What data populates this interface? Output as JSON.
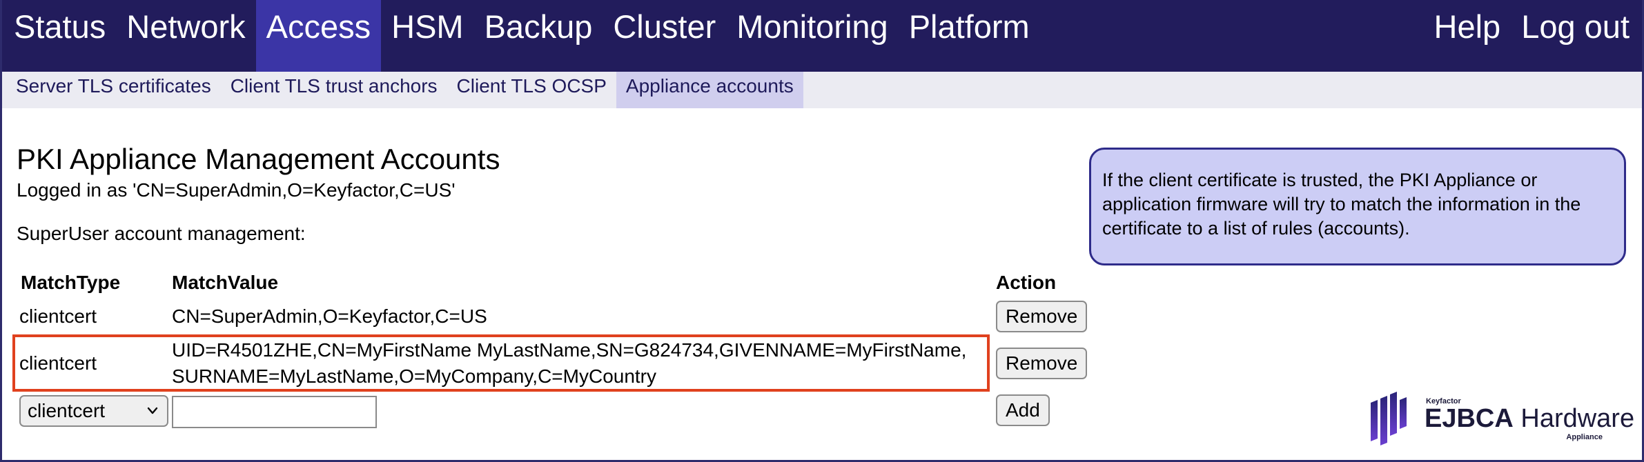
{
  "topnav": {
    "items": [
      {
        "label": "Status"
      },
      {
        "label": "Network"
      },
      {
        "label": "Access",
        "active": true
      },
      {
        "label": "HSM"
      },
      {
        "label": "Backup"
      },
      {
        "label": "Cluster"
      },
      {
        "label": "Monitoring"
      },
      {
        "label": "Platform"
      }
    ],
    "help_label": "Help",
    "logout_label": "Log out"
  },
  "subnav": {
    "items": [
      {
        "label": "Server TLS certificates"
      },
      {
        "label": "Client TLS trust anchors"
      },
      {
        "label": "Client TLS OCSP"
      },
      {
        "label": "Appliance accounts",
        "active": true
      }
    ]
  },
  "main": {
    "title": "PKI Appliance Management Accounts",
    "logged_in": "Logged in as 'CN=SuperAdmin,O=Keyfactor,C=US'",
    "section_heading": "SuperUser account management:",
    "table": {
      "headers": {
        "match_type": "MatchType",
        "match_value": "MatchValue",
        "action": "Action"
      },
      "rows": [
        {
          "match_type": "clientcert",
          "match_value": "CN=SuperAdmin,O=Keyfactor,C=US",
          "action_label": "Remove"
        },
        {
          "match_type": "clientcert",
          "match_value": "UID=R4501ZHE,CN=MyFirstName MyLastName,SN=G824734,GIVENNAME=MyFirstName,SURNAME=MyLastName,O=MyCompany,C=MyCountry",
          "action_label": "Remove",
          "highlighted": true
        }
      ],
      "new_row": {
        "match_type_selected": "clientcert",
        "match_value": "",
        "add_label": "Add"
      }
    }
  },
  "info": {
    "text": "If the client certificate is trusted, the PKI Appliance or application firmware will try to match the information in the certificate to a list of rules (accounts)."
  },
  "logo": {
    "company": "Keyfactor",
    "product_bold": "EJBCA",
    "product_rest": " Hardware",
    "sub": "Appliance"
  },
  "colors": {
    "nav_bg": "#221c5c",
    "nav_active": "#3b35a6",
    "subnav_bg": "#ebebf2",
    "subnav_active": "#d0ceee",
    "info_bg": "#cccdf5",
    "highlight": "#e0411e"
  },
  "icons": {
    "select_chevron": "chevron-down-icon",
    "logo_mark": "ejbca-logo-icon"
  }
}
